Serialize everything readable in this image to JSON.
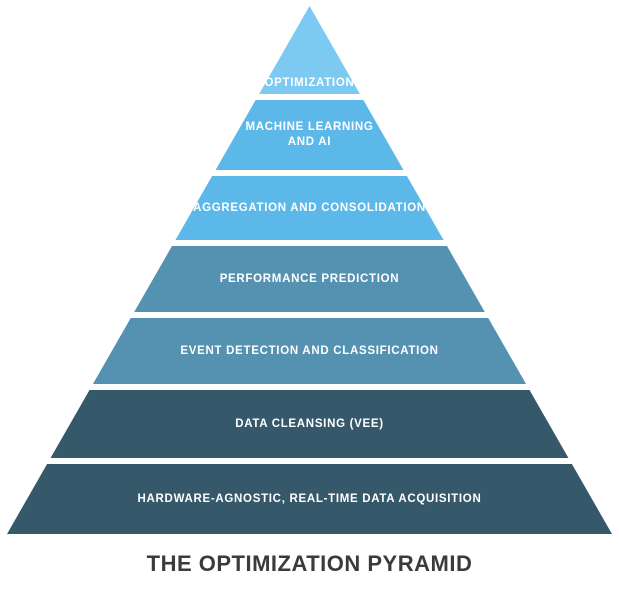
{
  "pyramid": {
    "divider_color": "#FFFFFF",
    "label_text_color": "#FFFFFF",
    "levels": [
      {
        "label": "OPTIMIZATION",
        "color": "#7CCAF2"
      },
      {
        "label": "MACHINE LEARNING\nAND AI",
        "color": "#5CB8E8"
      },
      {
        "label": "AGGREGATION AND CONSOLIDATION",
        "color": "#5CB8E8"
      },
      {
        "label": "PERFORMANCE PREDICTION",
        "color": "#5592B2"
      },
      {
        "label": "EVENT DETECTION AND CLASSIFICATION",
        "color": "#5592B2"
      },
      {
        "label": "DATA CLEANSING (VEE)",
        "color": "#35596B"
      },
      {
        "label": "HARDWARE-AGNOSTIC, REAL-TIME DATA ACQUISITION",
        "color": "#35596B"
      }
    ]
  },
  "caption": {
    "label": "THE OPTIMIZATION PYRAMID",
    "color": "#3B3B3B"
  }
}
